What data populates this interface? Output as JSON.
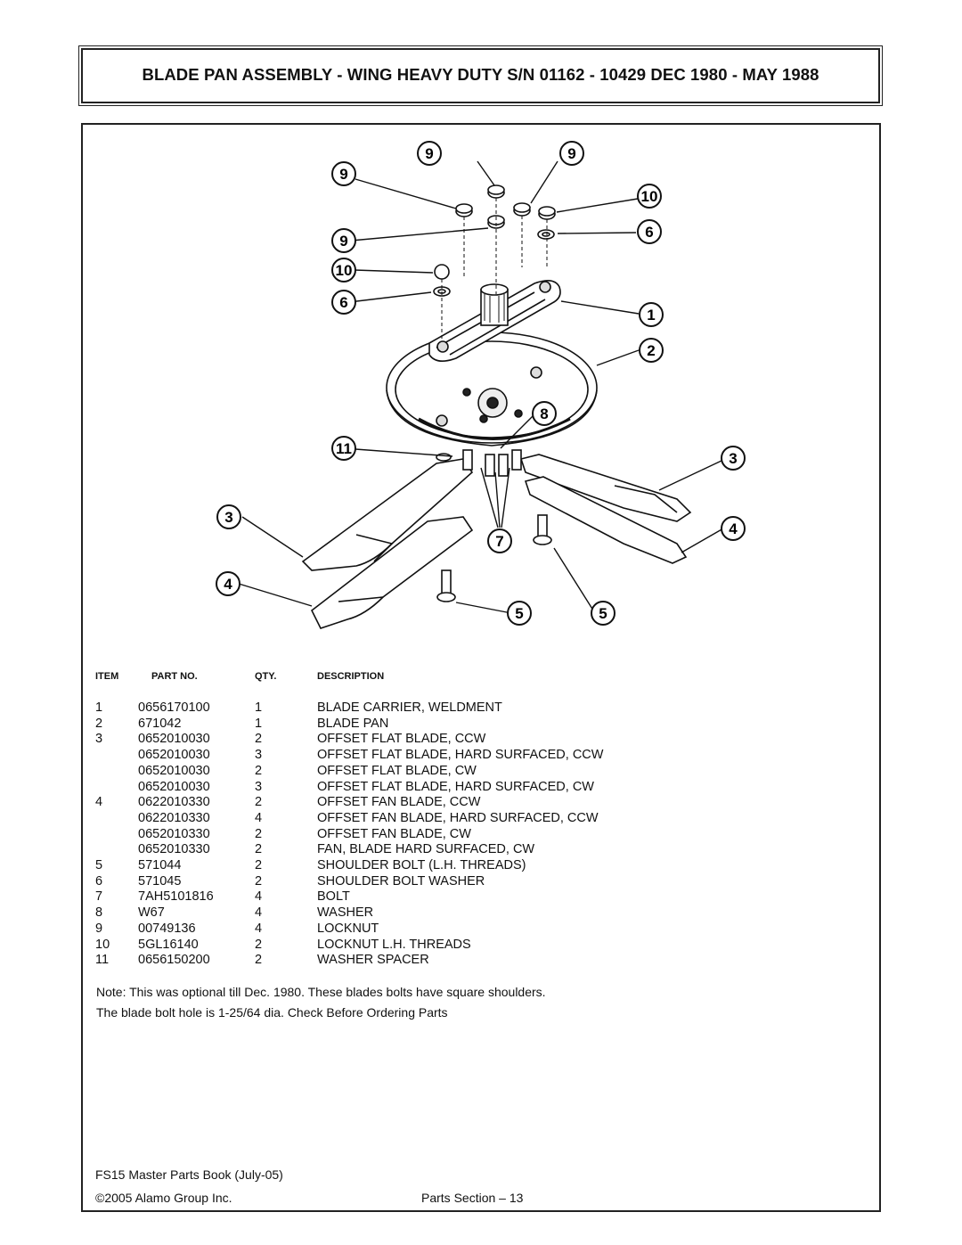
{
  "title": "BLADE PAN ASSEMBLY - WING HEAVY DUTY S/N 01162 - 10429 DEC 1980 - MAY 1988",
  "diagram_callouts": [
    "9",
    "9",
    "9",
    "10",
    "9",
    "6",
    "10",
    "6",
    "1",
    "2",
    "8",
    "11",
    "3",
    "3",
    "4",
    "4",
    "7",
    "5",
    "5"
  ],
  "table": {
    "headers": {
      "item": "ITEM",
      "part_no": "PART NO.",
      "qty": "QTY.",
      "description": "DESCRIPTION"
    },
    "rows": [
      {
        "item": "1",
        "part_no": "0656170100",
        "qty": "1",
        "description": "BLADE CARRIER, WELDMENT"
      },
      {
        "item": "2",
        "part_no": "671042",
        "qty": "1",
        "description": "BLADE PAN"
      },
      {
        "item": "3",
        "part_no": "0652010030",
        "qty": "2",
        "description": "OFFSET FLAT BLADE, CCW"
      },
      {
        "item": "",
        "part_no": "0652010030",
        "qty": "3",
        "description": "OFFSET FLAT BLADE, HARD SURFACED, CCW"
      },
      {
        "item": "",
        "part_no": "0652010030",
        "qty": "2",
        "description": "OFFSET FLAT BLADE, CW"
      },
      {
        "item": "",
        "part_no": "0652010030",
        "qty": "3",
        "description": "OFFSET FLAT BLADE, HARD SURFACED, CW"
      },
      {
        "item": "4",
        "part_no": "0622010330",
        "qty": "2",
        "description": "OFFSET FAN BLADE, CCW"
      },
      {
        "item": "",
        "part_no": "0622010330",
        "qty": "4",
        "description": "OFFSET FAN BLADE, HARD SURFACED, CCW"
      },
      {
        "item": "",
        "part_no": "0652010330",
        "qty": "2",
        "description": "OFFSET FAN BLADE, CW"
      },
      {
        "item": "",
        "part_no": "0652010330",
        "qty": "2",
        "description": "FAN, BLADE HARD SURFACED, CW"
      },
      {
        "item": "5",
        "part_no": "571044",
        "qty": "2",
        "description": "SHOULDER BOLT (L.H. THREADS)"
      },
      {
        "item": "6",
        "part_no": "571045",
        "qty": "2",
        "description": "SHOULDER BOLT WASHER"
      },
      {
        "item": "7",
        "part_no": "7AH5101816",
        "qty": "4",
        "description": "BOLT"
      },
      {
        "item": "8",
        "part_no": "W67",
        "qty": "4",
        "description": "WASHER"
      },
      {
        "item": "9",
        "part_no": "00749136",
        "qty": "4",
        "description": "LOCKNUT"
      },
      {
        "item": "10",
        "part_no": "5GL16140",
        "qty": "2",
        "description": "LOCKNUT L.H. THREADS"
      },
      {
        "item": "11",
        "part_no": "0656150200",
        "qty": "2",
        "description": "WASHER SPACER"
      }
    ]
  },
  "notes": [
    "Note: This was optional till Dec. 1980. These blades bolts have square shoulders.",
    "The blade bolt hole is 1-25/64 dia. Check Before Ordering Parts"
  ],
  "footer": {
    "book": "FS15 Master Parts Book (July-05)",
    "copyright": "©2005 Alamo Group Inc.",
    "section": "Parts Section – 13"
  }
}
